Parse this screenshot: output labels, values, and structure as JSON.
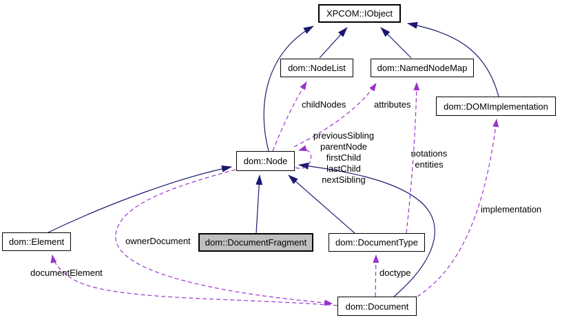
{
  "diagram": {
    "type": "class-collaboration-graph",
    "nodes": [
      {
        "id": "xpcom-iobject",
        "label": "XPCOM::IObject"
      },
      {
        "id": "nodelist",
        "label": "dom::NodeList"
      },
      {
        "id": "namednodemap",
        "label": "dom::NamedNodeMap"
      },
      {
        "id": "domimplementation",
        "label": "dom::DOMImplementation"
      },
      {
        "id": "node",
        "label": "dom::Node"
      },
      {
        "id": "element",
        "label": "dom::Element"
      },
      {
        "id": "documentfragment",
        "label": "dom::DocumentFragment",
        "highlighted": true
      },
      {
        "id": "documenttype",
        "label": "dom::DocumentType"
      },
      {
        "id": "document",
        "label": "dom::Document"
      }
    ],
    "edge_labels": {
      "child_nodes": "childNodes",
      "attributes": "attributes",
      "node_self_loop": [
        "previousSibling",
        "parentNode",
        "firstChild",
        "lastChild",
        "nextSibling"
      ],
      "notations_entities": [
        "notations",
        "entities"
      ],
      "implementation": "implementation",
      "owner_document": "ownerDocument",
      "document_element": "documentElement",
      "doctype": "doctype"
    },
    "colors": {
      "inheritance": "#191970",
      "usage": "#9a32cd",
      "highlight_fill": "#bfbfbf",
      "box_border": "#000000",
      "background": "#ffffff",
      "text": "#000000"
    }
  }
}
